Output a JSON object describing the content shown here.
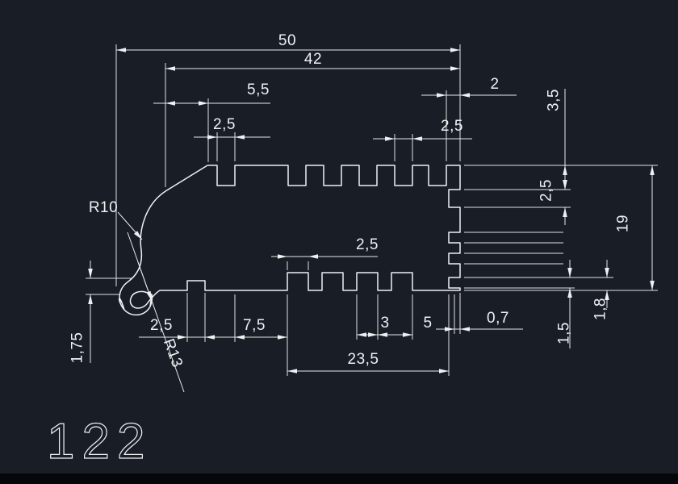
{
  "app": {
    "background_color": "#181d26",
    "line_color": "#eef0f2"
  },
  "drawing": {
    "part_number": "122",
    "dims": {
      "overall_width": "50",
      "body_width": "42",
      "top_offset": "5,5",
      "top_notch_left": "2,5",
      "top_tab_right": "2",
      "top_notch_right": "2,5",
      "right_step_depth": "3,5",
      "right_slot": "2,5",
      "right_height": "19",
      "right_small_1_8": "1,8",
      "right_small_1_5": "1,5",
      "bottom_right_offset": "0,7",
      "bottom_span": "23,5",
      "bottom_pitch": "5",
      "bottom_slot_width": "3",
      "bottom_flat": "7,5",
      "bottom_left_tab": "2,5",
      "bottom_mid_slot": "2,5",
      "left_wall": "1,75",
      "radius_bulge": "R10",
      "radius_hook": "R13"
    }
  }
}
